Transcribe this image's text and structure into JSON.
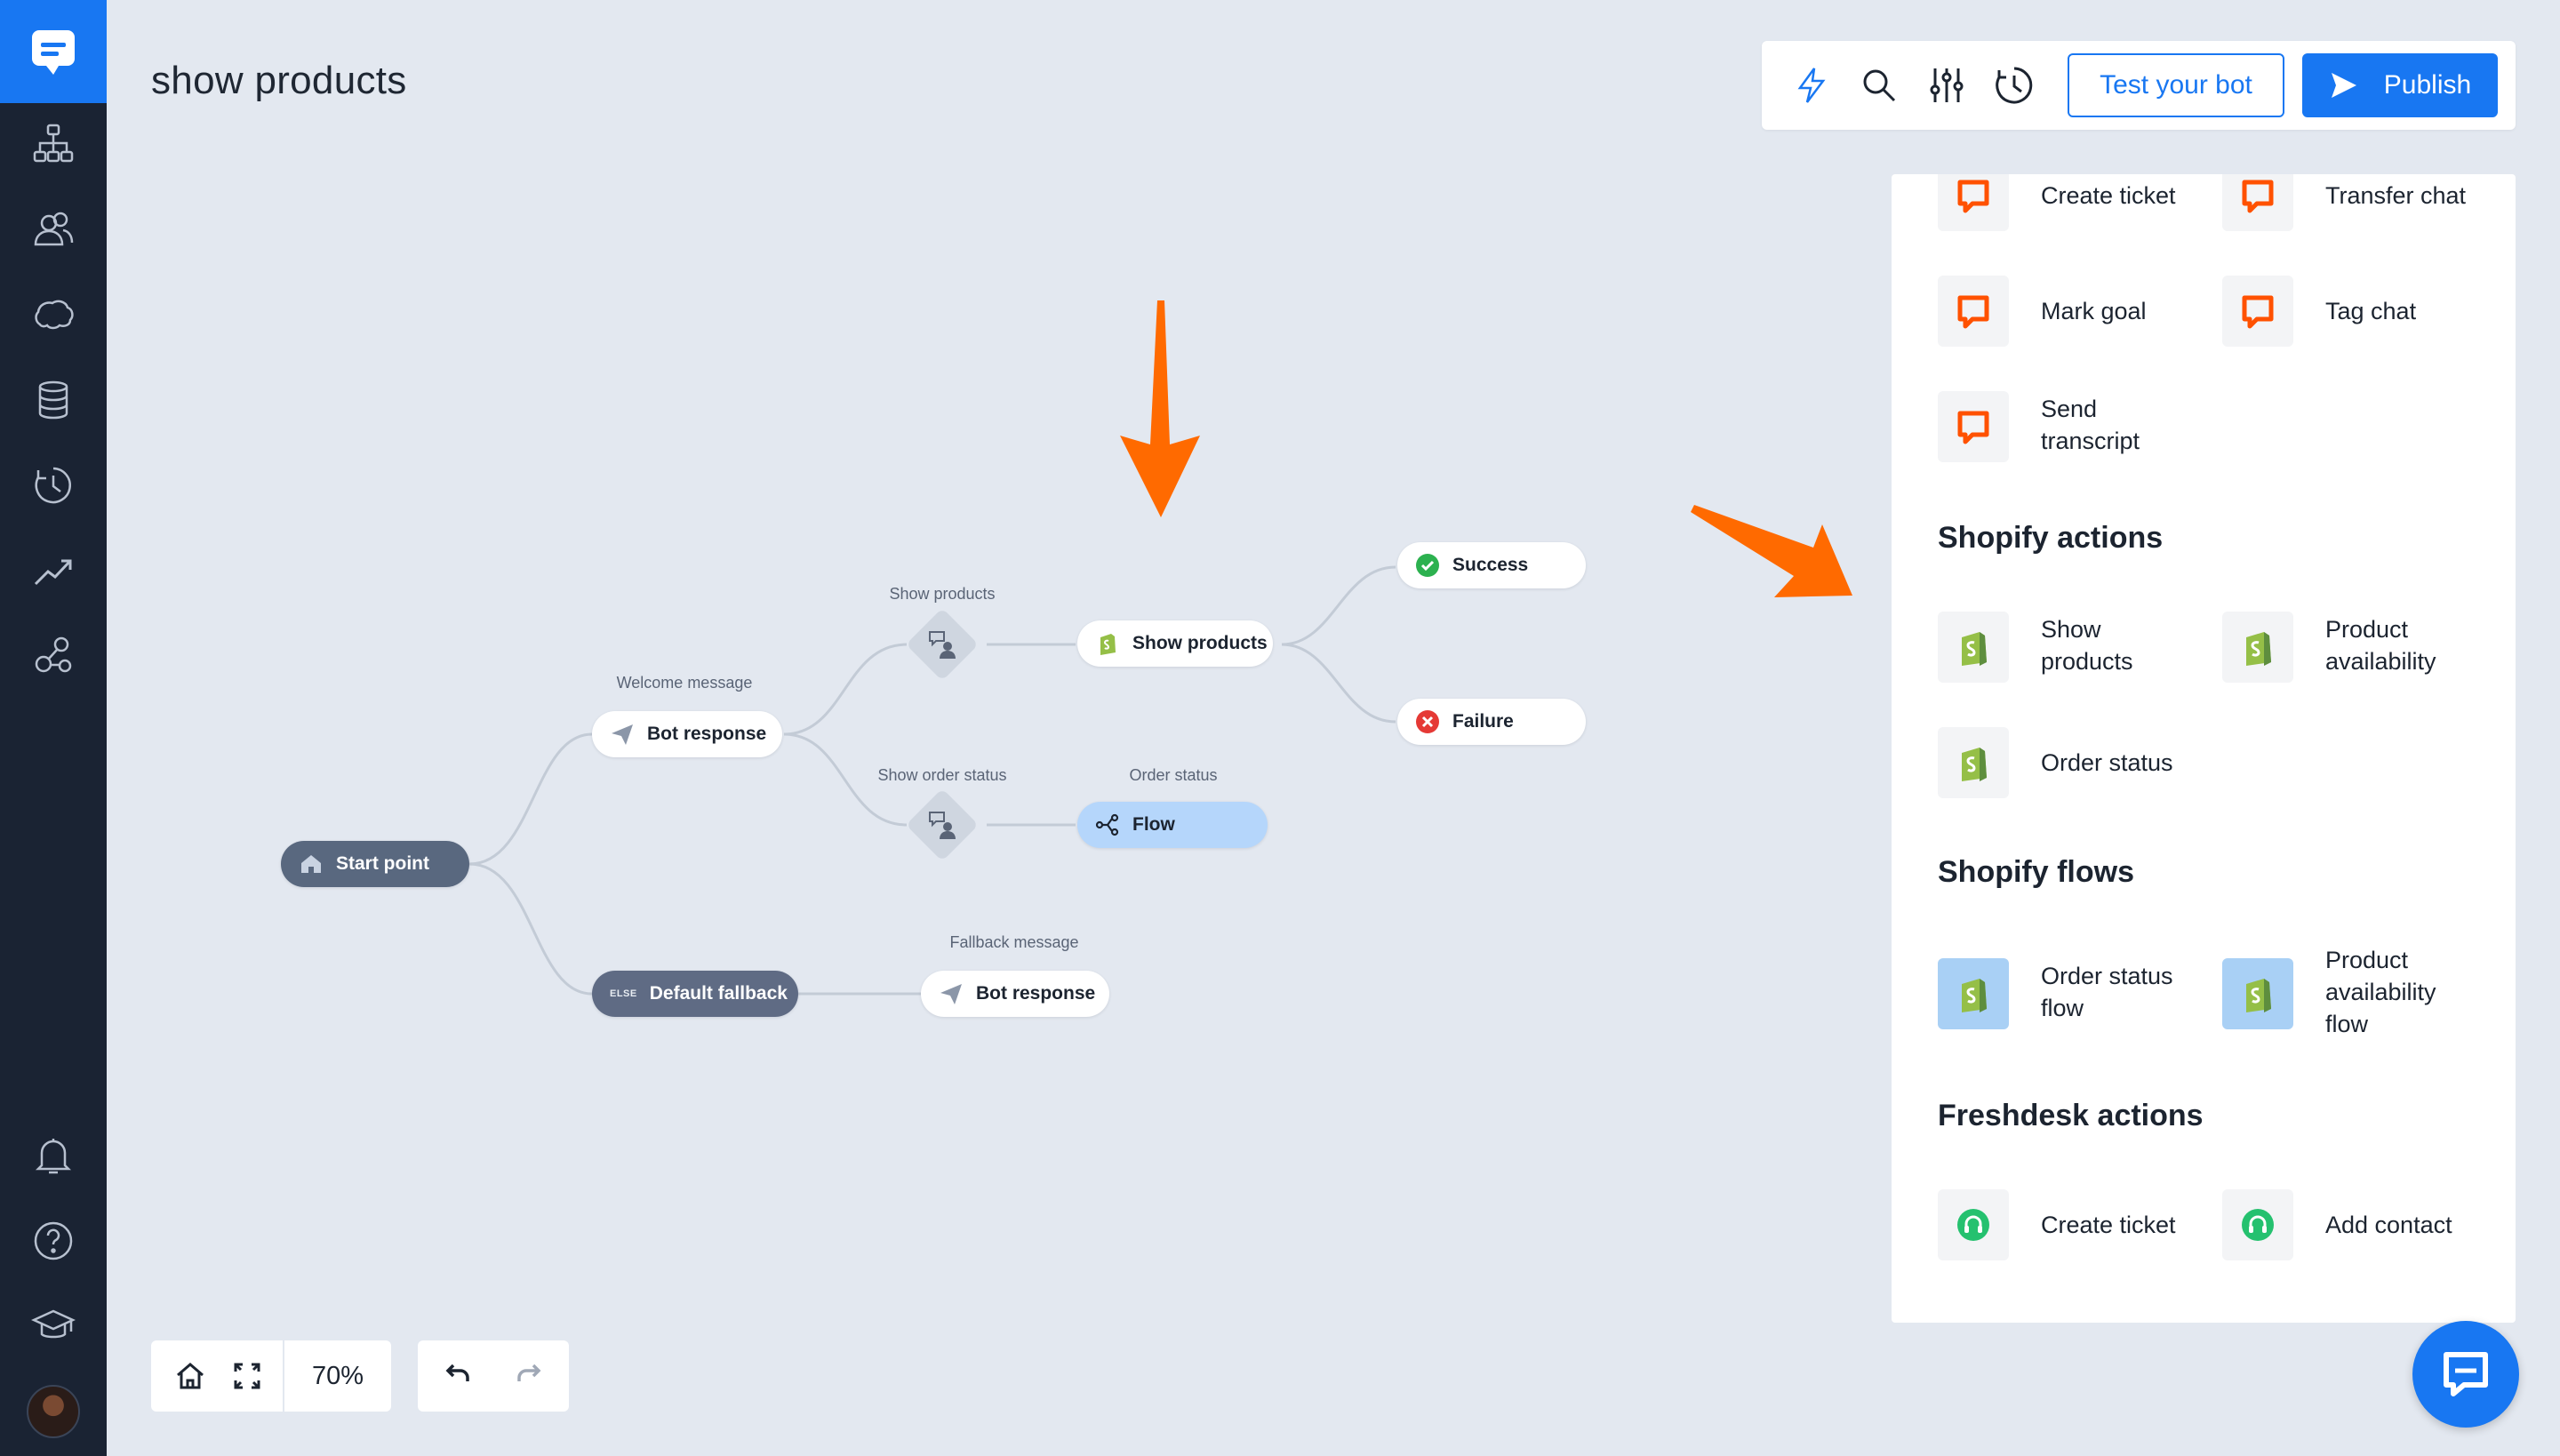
{
  "page": {
    "title": "show products"
  },
  "sidebar": {
    "items": [
      {
        "icon": "chatbot-logo-icon"
      },
      {
        "icon": "stories-icon"
      },
      {
        "icon": "audience-icon"
      },
      {
        "icon": "training-icon"
      },
      {
        "icon": "knowledge-base-icon"
      },
      {
        "icon": "history-icon"
      },
      {
        "icon": "reports-icon"
      },
      {
        "icon": "integrations-icon"
      },
      {
        "icon": "notifications-icon"
      },
      {
        "icon": "help-icon"
      },
      {
        "icon": "academy-icon"
      },
      {
        "icon": "avatar"
      }
    ]
  },
  "toolbar": {
    "icons": [
      "lightning-icon",
      "search-icon",
      "filters-icon",
      "history-icon"
    ],
    "test_label": "Test your bot",
    "publish_label": "Publish"
  },
  "panel": {
    "top_items": [
      {
        "label": "Create ticket",
        "icon": "livechat-icon"
      },
      {
        "label": "Transfer chat",
        "icon": "livechat-icon"
      },
      {
        "label": "Mark goal",
        "icon": "livechat-icon"
      },
      {
        "label": "Tag chat",
        "icon": "livechat-icon"
      },
      {
        "label": "Send transcript",
        "icon": "livechat-icon"
      }
    ],
    "shopify_actions_title": "Shopify actions",
    "shopify_actions": [
      {
        "label": "Show products",
        "icon": "shopify-icon"
      },
      {
        "label": "Product availability",
        "icon": "shopify-icon"
      },
      {
        "label": "Order status",
        "icon": "shopify-icon"
      }
    ],
    "shopify_flows_title": "Shopify flows",
    "shopify_flows": [
      {
        "label": "Order status flow",
        "icon": "shopify-icon"
      },
      {
        "label": "Product availability flow",
        "icon": "shopify-icon"
      }
    ],
    "freshdesk_title": "Freshdesk actions",
    "freshdesk_actions": [
      {
        "label": "Create ticket",
        "icon": "freshdesk-icon"
      },
      {
        "label": "Add contact",
        "icon": "freshdesk-icon"
      }
    ]
  },
  "flow": {
    "start": "Start point",
    "welcome_caption": "Welcome message",
    "welcome_node": "Bot response",
    "fallback_badge": "ELSE",
    "fallback_node": "Default fallback",
    "fallback_caption": "Fallback message",
    "fallback_response": "Bot response",
    "show_products_caption": "Show products",
    "show_order_caption": "Show order status",
    "show_products_node": "Show products",
    "order_status_caption": "Order status",
    "flow_node": "Flow",
    "success_node": "Success",
    "failure_node": "Failure"
  },
  "controls": {
    "zoom": "70%"
  },
  "colors": {
    "accent": "#1877f2",
    "sidebar": "#1a2333",
    "livechat_orange": "#ff5100",
    "shopify_green": "#95bf47",
    "freshdesk_green": "#25c16f",
    "annotation_arrow": "#ff6a00"
  }
}
